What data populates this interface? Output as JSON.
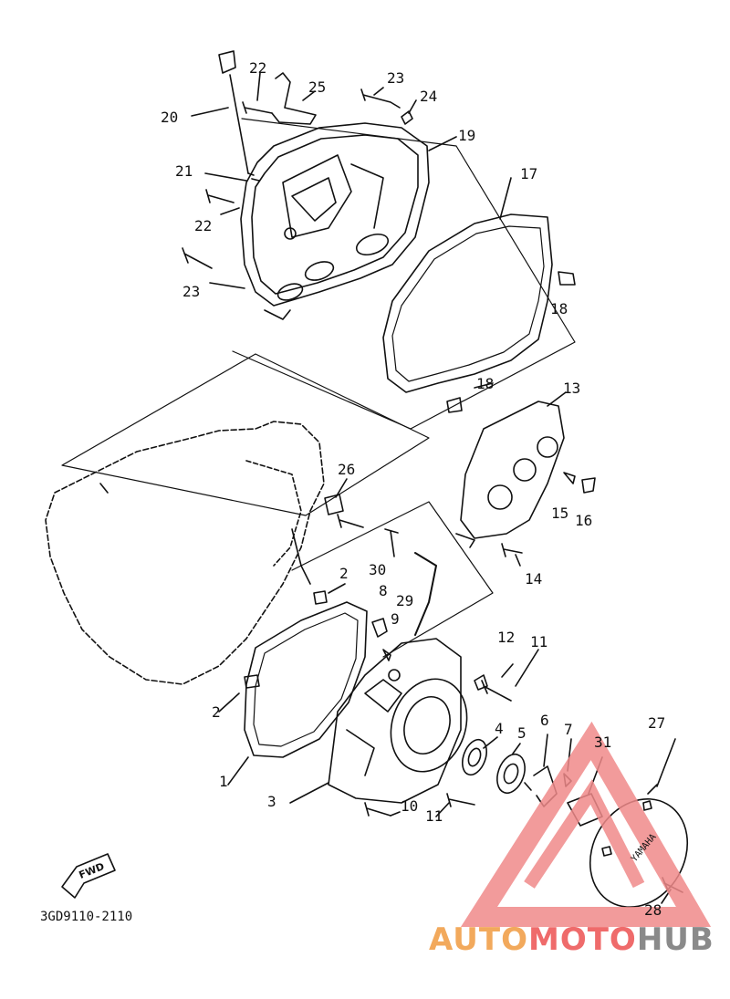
{
  "diagram": {
    "code": "3GD9110-2110",
    "fwd_label": "FWD",
    "part_numbers": [
      "1",
      "2",
      "3",
      "4",
      "5",
      "6",
      "7",
      "8",
      "9",
      "10",
      "11",
      "12",
      "13",
      "14",
      "15",
      "16",
      "17",
      "18",
      "19",
      "20",
      "21",
      "22",
      "23",
      "24",
      "25",
      "26",
      "27",
      "28",
      "29",
      "30",
      "31"
    ],
    "cover_mark": "YAMAHA"
  },
  "watermark": {
    "part1": "AUTO",
    "part2": "MOTO",
    "part3": "HUB",
    "colors": {
      "part1": "#f2a95c",
      "part2": "#ef6b6b",
      "part3": "#8a8a8a",
      "triangle": "#f08a8a"
    }
  }
}
